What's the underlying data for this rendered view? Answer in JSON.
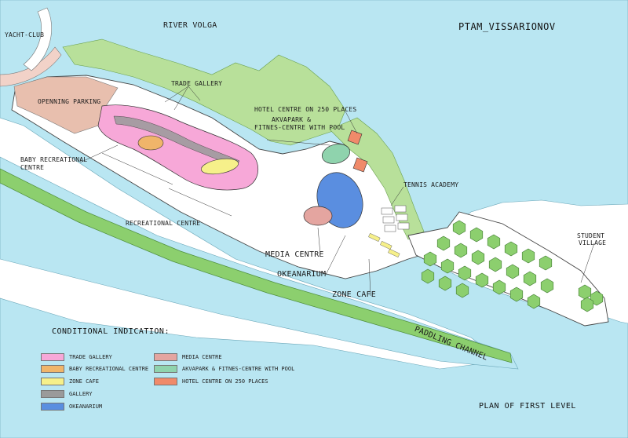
{
  "title": "PTAM_VISSARIONOV",
  "plan_title": "PLAN OF FIRST LEVEL",
  "labels": {
    "yacht_club": "YACHT-CLUB",
    "river_volga": "RIVER VOLGA",
    "trade_gallery": "TRADE GALLERY",
    "opening_parking": "OPENNING PARKING",
    "hotel_centre": "HOTEL CENTRE ON 250 PLACES",
    "akvapark_line1": "AKVAPARK &",
    "akvapark_line2": "FITNES-CENTRE WITH POOL",
    "baby_line1": "BABY RECREATIONAL",
    "baby_line2": "CENTRE",
    "tennis_academy": "TENNIS ACADEMY",
    "recreational_centre": "RECREATIONAL CENTRE",
    "student_line1": "STUDENT",
    "student_line2": "VILLAGE",
    "media_centre": "MEDIA CENTRE",
    "okeanarium": "OKEANARIUM",
    "zone_cafe": "ZONE CAFE",
    "paddling_channel": "PADDLING CHANNEL"
  },
  "legend": {
    "title": "CONDITIONAL INDICATION:",
    "items": [
      {
        "label": "TRADE GALLERY",
        "color": "#f7a8d8"
      },
      {
        "label": "BABY RECREATIONAL CENTRE",
        "color": "#f0b56a"
      },
      {
        "label": "ZONE CAFE",
        "color": "#f6f08a"
      },
      {
        "label": "GALLERY",
        "color": "#9a9a9a"
      },
      {
        "label": "OKEANARIUM",
        "color": "#5a8ee0"
      },
      {
        "label": "MEDIA CENTRE",
        "color": "#e4a5a0"
      },
      {
        "label": "AKVAPARK & FITNES-CENTRE WITH POOL",
        "color": "#8fd3ad"
      },
      {
        "label": "HOTEL CENTRE ON 250 PLACES",
        "color": "#f08a6a"
      }
    ]
  },
  "colors": {
    "water": "#b9e6f2",
    "green": "#b8e09a",
    "promenade": "#8ccf6e",
    "paved": "#f2d2c8",
    "parking": "#e8bfae"
  }
}
